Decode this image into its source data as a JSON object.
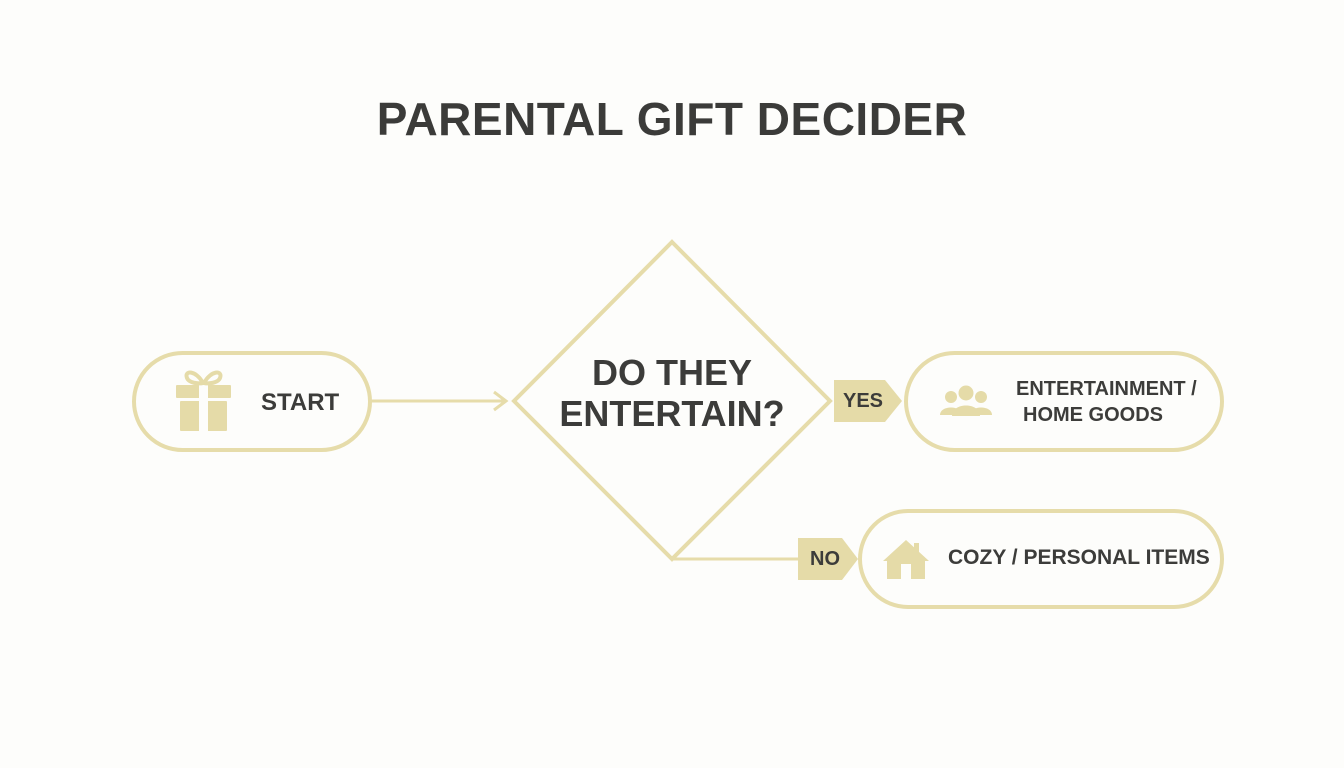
{
  "title": "PARENTAL GIFT DECIDER",
  "colors": {
    "accent": "#e6dcaa",
    "accent_fill": "#e5dba8",
    "text": "#3c3c3a",
    "background": "#fdfdfb"
  },
  "nodes": {
    "start": {
      "label": "START",
      "icon": "gift-icon"
    },
    "decision": {
      "line1": "DO THEY",
      "line2": "ENTERTAIN?"
    },
    "yes_outcome": {
      "line1": "ENTERTAINMENT /",
      "line2": "HOME GOODS",
      "icon": "people-group-icon"
    },
    "no_outcome": {
      "label": "COZY / PERSONAL ITEMS",
      "icon": "house-icon"
    }
  },
  "edges": {
    "yes": "YES",
    "no": "NO"
  }
}
